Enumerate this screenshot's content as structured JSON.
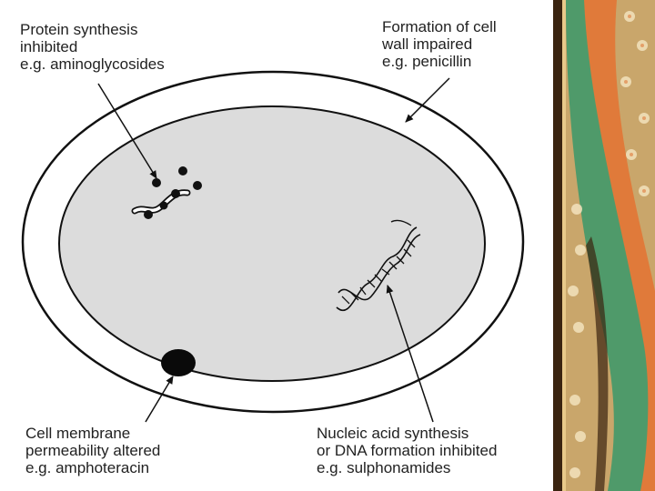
{
  "labels": {
    "protein": {
      "line1": "Protein synthesis",
      "line2": "inhibited",
      "line3": "e.g. aminoglycosides"
    },
    "cell_wall": {
      "line1": "Formation of cell",
      "line2": "wall impaired",
      "line3": "e.g. penicillin"
    },
    "membrane": {
      "line1": "Cell membrane",
      "line2": "permeability altered",
      "line3": "e.g. amphoteracin"
    },
    "nucleic": {
      "line1": "Nucleic acid synthesis",
      "line2": "or DNA formation inhibited",
      "line3": "e.g. sulphonamides"
    }
  },
  "colors": {
    "cytoplasm": "#dcdcdc",
    "outline": "#111111",
    "text": "#222222",
    "panel_base": "#c9a66b",
    "panel_orange": "#e07a3a",
    "panel_green": "#4f9a6a",
    "panel_dark": "#3a2410"
  }
}
